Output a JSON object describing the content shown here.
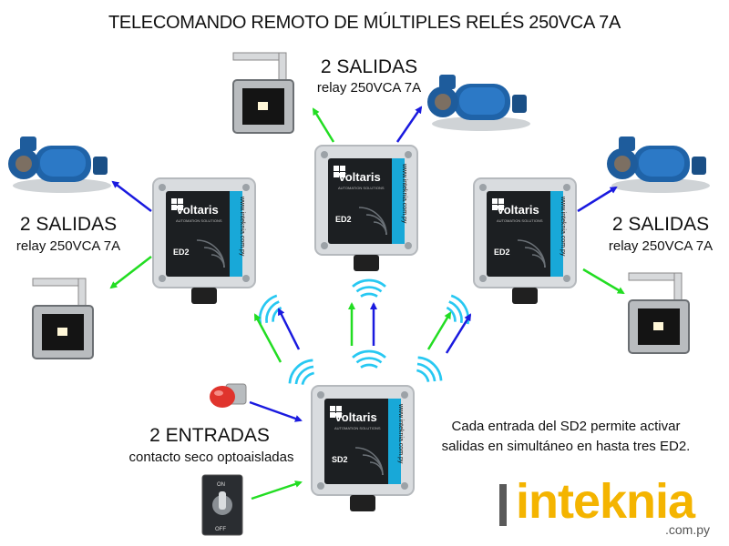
{
  "title": "TELECOMANDO REMOTO DE MÚLTIPLES RELÉS 250VCA 7A",
  "outputs": {
    "heading": "2 SALIDAS",
    "subheading": "relay 250VCA 7A"
  },
  "inputs": {
    "heading": "2 ENTRADAS",
    "subheading": "contacto seco optoaisladas"
  },
  "note": {
    "line1": "Cada entrada del SD2 permite activar",
    "line2": "salidas en simultáneo en hasta tres ED2."
  },
  "device": {
    "brand": "Voltaris",
    "tagline": "AUTOMATION SOLUTIONS",
    "url": "www.inteknia.com.py",
    "receiver_label": "ED2",
    "transmitter_label": "SD2"
  },
  "switch": {
    "on_label": "ON",
    "off_label": "OFF"
  },
  "logo": {
    "name": "inteknia",
    "domain": ".com.py"
  },
  "colors": {
    "arrow_blue": "#1a1adf",
    "arrow_green": "#22dd22",
    "wave_cyan": "#27c8f2",
    "device_panel": "#1c1f22",
    "device_accent": "#18a8d8",
    "brand_yellow": "#f4b400"
  },
  "icons": [
    "pump-icon",
    "floodlight-icon",
    "push-button-icon",
    "toggle-switch-icon",
    "wireless-signal-icon"
  ]
}
